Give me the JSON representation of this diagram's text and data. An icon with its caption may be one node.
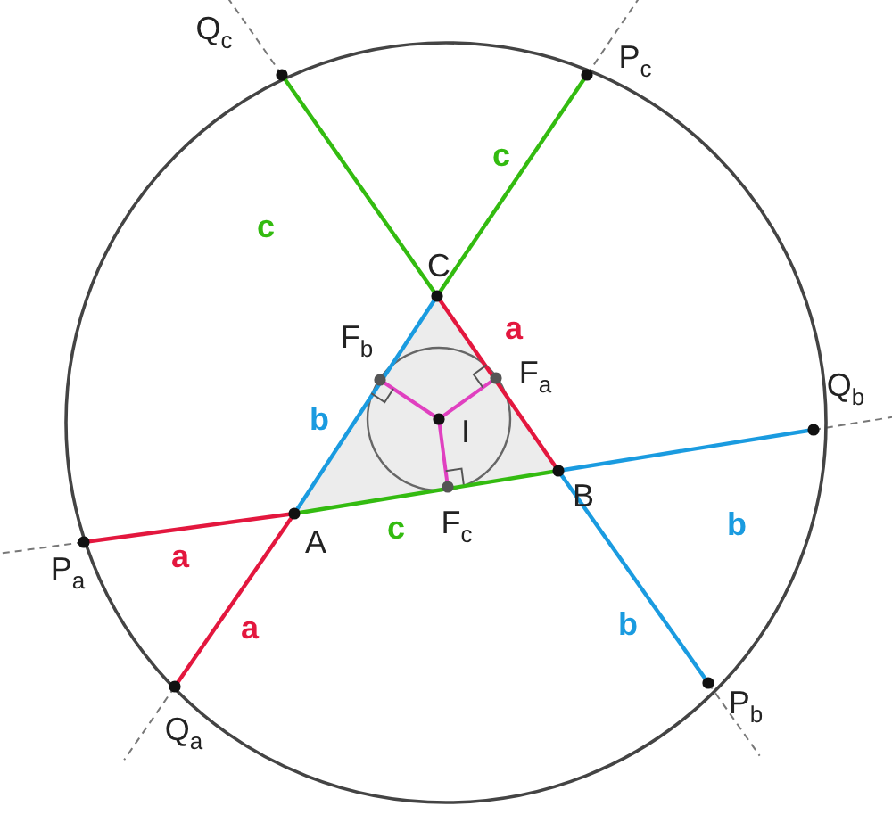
{
  "diagram": {
    "labels": [
      "Q$_{c}$",
      "P$_{c}$",
      "c",
      "c",
      "C",
      "a",
      "F$_{b}$",
      "F$_{a}$",
      "b",
      "I",
      "Q$_{b}$",
      "B",
      "b",
      "A",
      "c",
      "F$_{c}$",
      "P$_{a}$",
      "a",
      "a",
      "b",
      "Q$_{a}$",
      "P$_{b}$"
    ]
  }
}
